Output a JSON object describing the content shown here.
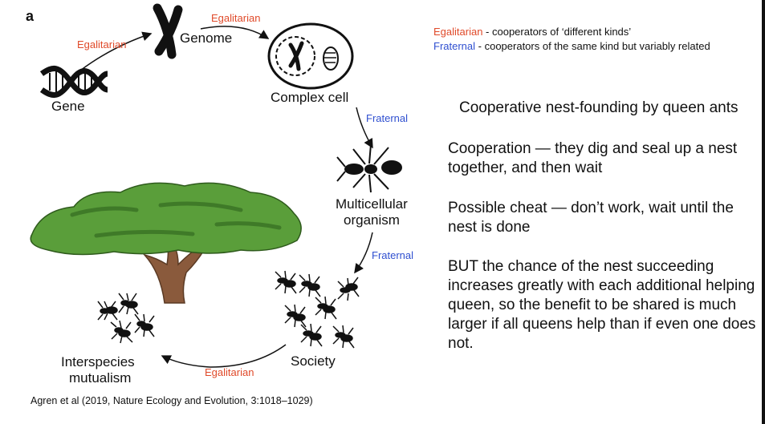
{
  "panel_label": "a",
  "stages": {
    "gene": "Gene",
    "genome": "Genome",
    "complex_cell": "Complex cell",
    "multicellular_line1": "Multicellular",
    "multicellular_line2": "organism",
    "society": "Society",
    "mutualism_line1": "Interspecies",
    "mutualism_line2": "mutualism"
  },
  "transitions": {
    "gene_to_genome": "Egalitarian",
    "genome_to_cell": "Egalitarian",
    "cell_to_organism": "Fraternal",
    "organism_to_society": "Fraternal",
    "society_to_mutualism": "Egalitarian"
  },
  "legend": {
    "egalitarian_term": "Egalitarian",
    "egalitarian_desc": " - cooperators of ‘different kinds’",
    "fraternal_term": "Fraternal",
    "fraternal_desc": " - cooperators of the same kind but variably related"
  },
  "annotation": {
    "title": "Cooperative nest-founding by queen ants",
    "cooperation": "Cooperation — they dig and seal up a nest together, and then wait",
    "cheat": "Possible cheat — don’t work, wait until the nest is done",
    "but": "BUT the chance of the nest succeeding increases greatly with each additional helping queen, so the benefit to be shared is much larger if all queens help than if even one does not."
  },
  "citation": "Agren et al (2019, Nature Ecology and Evolution, 3:1018–1029)",
  "colors": {
    "egalitarian": "#e04a2a",
    "fraternal": "#2f4fd0",
    "tree_green": "#5a9e3a",
    "tree_trunk": "#8a5a3c"
  }
}
